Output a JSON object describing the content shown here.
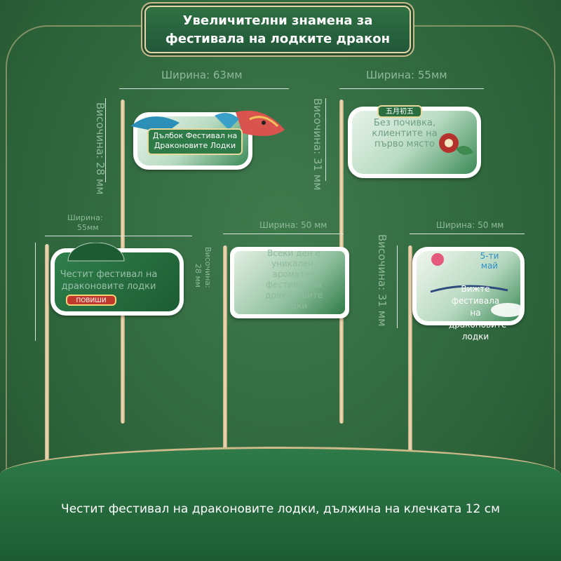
{
  "title": {
    "line1": "Увеличителни знамена за",
    "line2": "фестивала на лодките дракон"
  },
  "dimensions": {
    "flag1_width": "Ширина: 63мм",
    "flag1_height": "Височина: 28 мм",
    "flag2_width": "Ширина: 55мм",
    "flag2_height": "Височина: 31 мм",
    "flag3_width_line1": "Ширина:",
    "flag3_width_line2": "55мм",
    "flag3_height_line1": "Височина:",
    "flag3_height_line2": "28 мм",
    "flag4_width": "Ширина: 50 мм",
    "flag5_width": "Ширина: 50 мм",
    "flag5_height": "Височина: 31 мм"
  },
  "flags": {
    "flag1_text": "Дълбок Фестивал на Драконовите Лодки",
    "flag2_badge": "五月初五",
    "flag2_text": "Без почивка, клиентите на първо място",
    "flag3_text": "Честит фестивал на драконовите лодки",
    "flag3_badge": "ПОВИШИ",
    "flag4_text": "Всеки ден е уникален, ароматен фестивал на драконовите лодки",
    "flag5_date": "5-ти май",
    "flag5_text": "Вижте фестивала на драконовите лодки"
  },
  "caption": "Честит фестивал на драконовите лодки, дължина на клечката 12 см",
  "colors": {
    "background": "#2f6a3f",
    "accent_gold": "#c9b88a",
    "banner_green": "#22583a"
  }
}
